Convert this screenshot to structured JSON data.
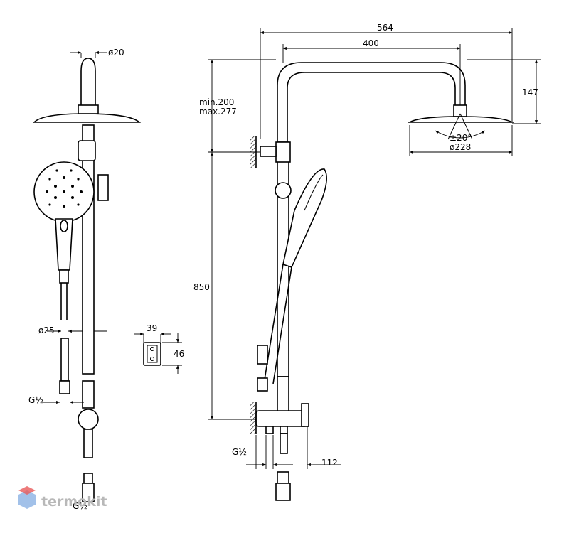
{
  "dimensions": {
    "top_width": "564",
    "arm_length": "400",
    "head_height": "147",
    "bar_diameter": "ø20",
    "adjust_range_min": "min.200",
    "adjust_range_max": "max.277",
    "tilt_angle": "±20°",
    "head_diameter": "ø228",
    "bar_length": "850",
    "hose_diameter": "ø25",
    "bracket_width": "39",
    "bracket_height": "46",
    "thread_left": "G½",
    "thread_mid": "G½",
    "thread_bottom": "G½",
    "outlet_offset": "112"
  },
  "watermark": {
    "brand": "termokit"
  },
  "colors": {
    "line": "#000000",
    "watermark": "#b8b8b8",
    "logo_red": "#e85a5a",
    "logo_blue": "#7aa7e0"
  }
}
